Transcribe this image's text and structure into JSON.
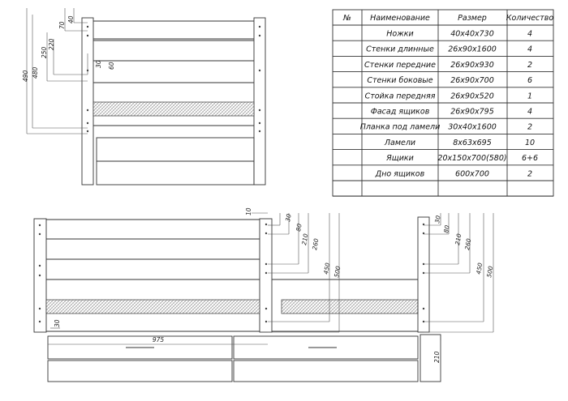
{
  "table": {
    "headers": [
      "№",
      "Наименование",
      "Размер",
      "Количество"
    ],
    "rows": [
      {
        "name": "Ножки",
        "size": "40х40х730",
        "qty": "4"
      },
      {
        "name": "Стенки длинные",
        "size": "26х90х1600",
        "qty": "4"
      },
      {
        "name": "Стенки передние",
        "size": "26х90х930",
        "qty": "2"
      },
      {
        "name": "Стенки боковые",
        "size": "26х90х700",
        "qty": "6"
      },
      {
        "name": "Стойка передняя",
        "size": "26х90х520",
        "qty": "1"
      },
      {
        "name": "Фасад ящиков",
        "size": "26х90х795",
        "qty": "4"
      },
      {
        "name": "Планка под ламели",
        "size": "30х40х1600",
        "qty": "2"
      },
      {
        "name": "Ламели",
        "size": "8х63х695",
        "qty": "10"
      },
      {
        "name": "Ящики",
        "size": "20х150х700(580)",
        "qty": "6+6"
      },
      {
        "name": "Дно ящиков",
        "size": "600х700",
        "qty": "2"
      },
      {
        "name": "",
        "size": "",
        "qty": ""
      }
    ]
  },
  "dims": {
    "tl": [
      "490",
      "480",
      "250",
      "220",
      "70",
      "40",
      "30",
      "60"
    ],
    "bm": [
      "10",
      "30",
      "80",
      "210",
      "260",
      "450",
      "500",
      "30",
      "975",
      "210"
    ],
    "br": [
      "30",
      "80",
      "210",
      "260",
      "450",
      "500"
    ]
  }
}
